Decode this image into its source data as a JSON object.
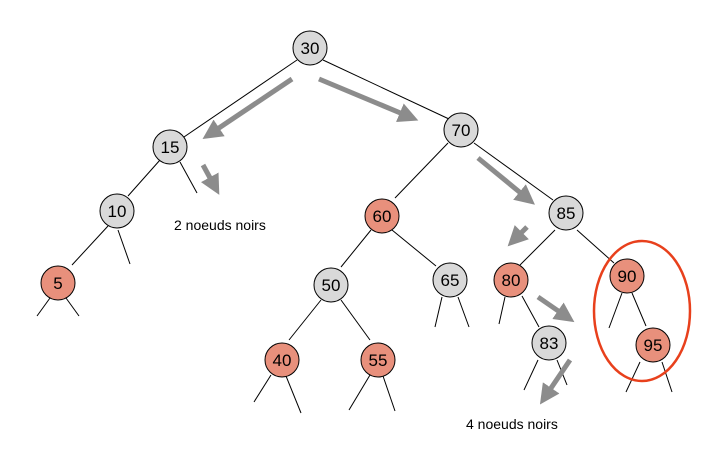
{
  "colors": {
    "black_node": "#d9d9d9",
    "red_node": "#e8907c",
    "arrow": "#8c8c8c",
    "highlight": "#e8401c",
    "edge": "#000000"
  },
  "nodes": [
    {
      "id": "n30",
      "label": "30",
      "color": "black"
    },
    {
      "id": "n15",
      "label": "15",
      "color": "black"
    },
    {
      "id": "n70",
      "label": "70",
      "color": "black"
    },
    {
      "id": "n10",
      "label": "10",
      "color": "black"
    },
    {
      "id": "n5",
      "label": "5",
      "color": "red"
    },
    {
      "id": "n60",
      "label": "60",
      "color": "red"
    },
    {
      "id": "n85",
      "label": "85",
      "color": "black"
    },
    {
      "id": "n50",
      "label": "50",
      "color": "black"
    },
    {
      "id": "n65",
      "label": "65",
      "color": "black"
    },
    {
      "id": "n40",
      "label": "40",
      "color": "red"
    },
    {
      "id": "n55",
      "label": "55",
      "color": "red"
    },
    {
      "id": "n80",
      "label": "80",
      "color": "red"
    },
    {
      "id": "n90",
      "label": "90",
      "color": "red"
    },
    {
      "id": "n83",
      "label": "83",
      "color": "black"
    },
    {
      "id": "n95",
      "label": "95",
      "color": "red"
    }
  ],
  "annotations": {
    "left_path": "2 noeuds noirs",
    "right_path": "4 noeuds noirs"
  }
}
